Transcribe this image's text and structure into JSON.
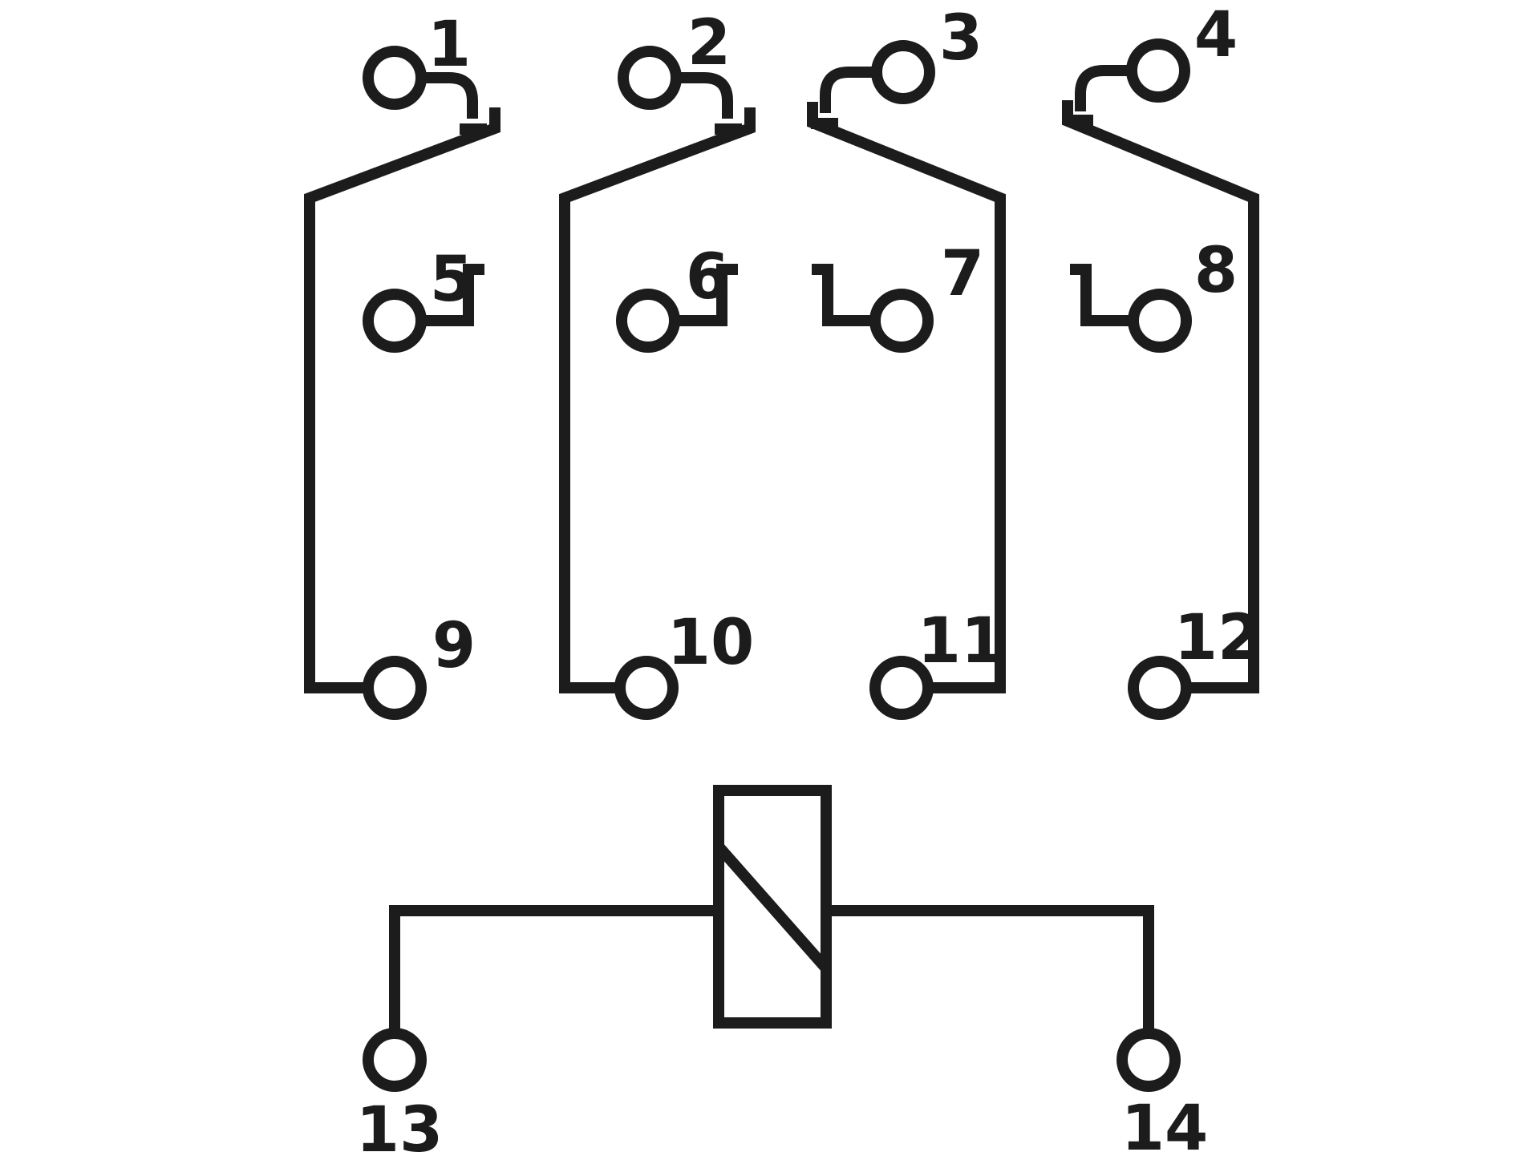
{
  "diagram": {
    "kind": "relay-contact-pin-diagram",
    "background": "#ffffff",
    "ink": "#1c1c1c",
    "coil_symbol": "relay-coil",
    "terminals": {
      "t1": "1",
      "t2": "2",
      "t3": "3",
      "t4": "4",
      "t5": "5",
      "t6": "6",
      "t7": "7",
      "t8": "8",
      "t9": "9",
      "t10": "10",
      "t11": "11",
      "t12": "12",
      "t13": "13",
      "t14": "14"
    }
  }
}
